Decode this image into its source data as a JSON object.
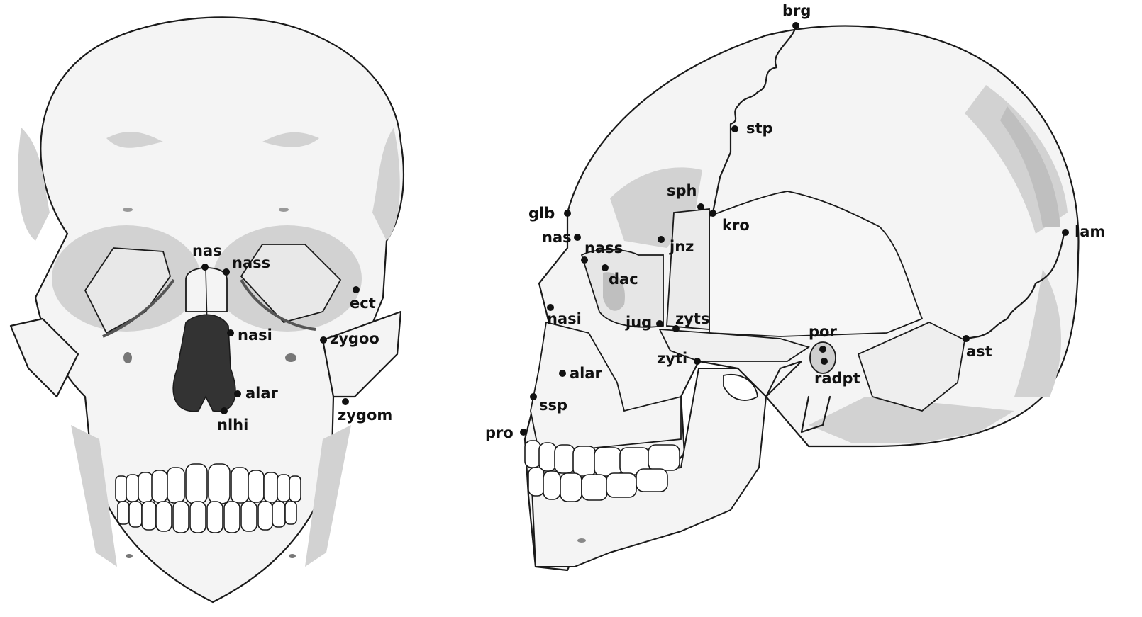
{
  "frontal_view": {
    "landmarks": [
      {
        "id": "nas",
        "label": "nas"
      },
      {
        "id": "nass",
        "label": "nass"
      },
      {
        "id": "ect",
        "label": "ect"
      },
      {
        "id": "nasi",
        "label": "nasi"
      },
      {
        "id": "zygoo",
        "label": "zygoo"
      },
      {
        "id": "alar",
        "label": "alar"
      },
      {
        "id": "nlhi",
        "label": "nlhi"
      },
      {
        "id": "zygom",
        "label": "zygom"
      }
    ]
  },
  "lateral_view": {
    "landmarks": [
      {
        "id": "brg",
        "label": "brg"
      },
      {
        "id": "stp",
        "label": "stp"
      },
      {
        "id": "sph",
        "label": "sph"
      },
      {
        "id": "kro",
        "label": "kro"
      },
      {
        "id": "glb",
        "label": "glb"
      },
      {
        "id": "lam",
        "label": "lam"
      },
      {
        "id": "nas",
        "label": "nas"
      },
      {
        "id": "jnz",
        "label": "jnz"
      },
      {
        "id": "nass",
        "label": "nass"
      },
      {
        "id": "dac",
        "label": "dac"
      },
      {
        "id": "nasi",
        "label": "nasi"
      },
      {
        "id": "jug",
        "label": "jug"
      },
      {
        "id": "zyts",
        "label": "zyts"
      },
      {
        "id": "por",
        "label": "por"
      },
      {
        "id": "ast",
        "label": "ast"
      },
      {
        "id": "zyti",
        "label": "zyti"
      },
      {
        "id": "radpt",
        "label": "radpt"
      },
      {
        "id": "alar",
        "label": "alar"
      },
      {
        "id": "ssp",
        "label": "ssp"
      },
      {
        "id": "pro",
        "label": "pro"
      }
    ]
  }
}
